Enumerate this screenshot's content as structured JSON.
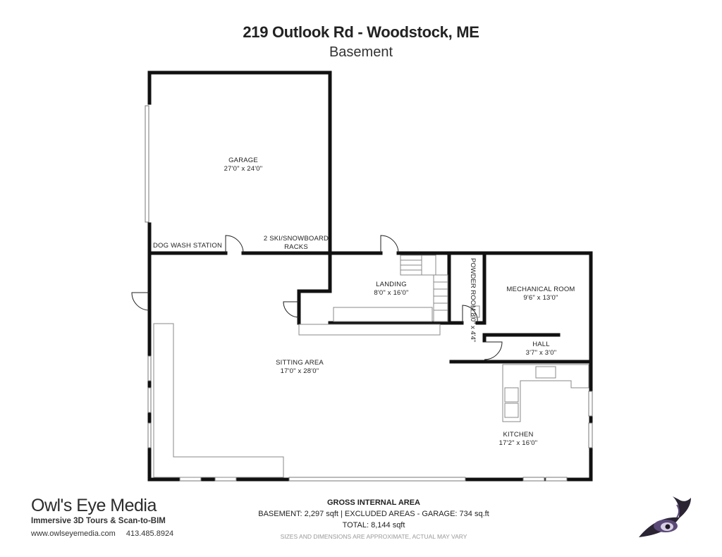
{
  "header": {
    "title": "219 Outlook Rd - Woodstock, ME",
    "subtitle": "Basement"
  },
  "rooms": {
    "garage": {
      "name": "GARAGE",
      "dim": "27'0\" x 24'0\""
    },
    "dog_wash": {
      "name": "DOG WASH STATION"
    },
    "ski_racks": {
      "name_line1": "2 SKI/SNOWBOARD",
      "name_line2": "RACKS"
    },
    "landing": {
      "name": "LANDING",
      "dim": "8'0\" x 16'0\""
    },
    "powder_room": {
      "name": "POWDER ROOM",
      "dim": "8'0\" x 4'4\""
    },
    "mechanical_room": {
      "name": "MECHANICAL ROOM",
      "dim": "9'6\" x 13'0\""
    },
    "hall": {
      "name": "HALL",
      "dim": "3'7\" x 3'0\""
    },
    "sitting_area": {
      "name": "SITTING AREA",
      "dim": "17'0\" x 28'0\""
    },
    "kitchen": {
      "name": "KITCHEN",
      "dim": "17'2\" x 16'0\""
    }
  },
  "area": {
    "heading": "GROSS INTERNAL AREA",
    "line1": "BASEMENT: 2,297 sqft  |  EXCLUDED AREAS - GARAGE: 734 sq.ft",
    "line2": "TOTAL: 8,144 sqft",
    "disclaimer": "SIZES AND DIMENSIONS ARE APPROXIMATE, ACTUAL MAY VARY"
  },
  "branding": {
    "logo_text": "Owl's Eye Media",
    "tagline": "Immersive 3D Tours & Scan-to-BIM",
    "website": "www.owlseyemedia.com",
    "phone": "413.485.8924",
    "owl_icon": "owl-eye-icon",
    "owl_color": "#5b4a78"
  },
  "colors": {
    "wall": "#111111",
    "fixture": "#888888"
  }
}
